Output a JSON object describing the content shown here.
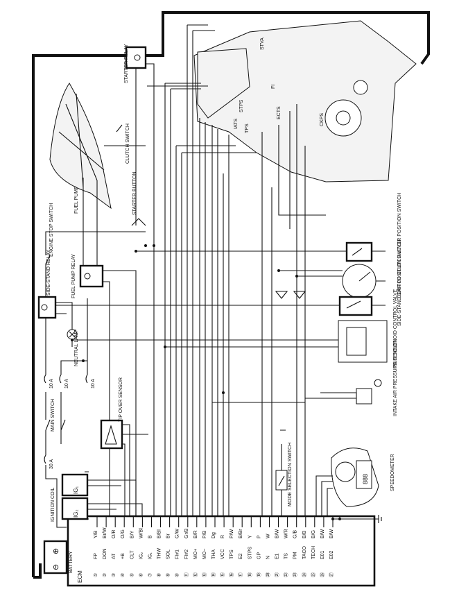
{
  "components": {
    "battery": "BATTERY",
    "ecm": "ECM",
    "ignition_coil": "IGNITION COIL",
    "ig1": "IG₁",
    "ig2": "IG₂",
    "fuse_30a": "30 A",
    "main_switch": "MAIN SWITCH",
    "fuse_10a_1": "10 A",
    "fuse_10a_2": "10 A",
    "fuse_10a_3": "10 A",
    "side_stand_relay": "SIDE-STAND RELAY",
    "engine_stop_switch": "ENGINE STOP SWITCH",
    "neutral_lamp": "NEUTRAL LAMP",
    "fuel_pump_relay": "FUEL PUMP RELAY",
    "fuel_pump": "FUEL PUMP",
    "tip_over_sensor": "TIP OVER SENSOR",
    "starter_button": "STARTER BUTTON",
    "clutch_switch": "CLUTCH SWITCH",
    "starter_relay": "STARTER RELAY",
    "stva": "STVA",
    "fi": "FI",
    "ects": "ECTS",
    "ckps": "CKPS",
    "iats": "IATS",
    "tps": "TPS",
    "stps": "STPS",
    "clutch_lever_position_switch": "CLUTCH LEVER POSITION SWITCH",
    "gear_position_switch": "GEAR POSITION SWITCH",
    "side_stand_switch": "SIDE-STAND SWITCH",
    "pair_solenoid": "PAIR SOLENOID CONTROL VALVE",
    "intake_air_pressure_sensor": "INTAKE AIR PRESSURE SENSOR",
    "mode_selection_switch": "MODE SELECTION SWITCH",
    "speedometer": "SPEEDOMETER",
    "speedo_display": "888"
  },
  "ecm_pins": [
    {
      "num": "①",
      "sig": "FP",
      "wire": "Y/B"
    },
    {
      "num": "②",
      "sig": "DON",
      "wire": "Br/W"
    },
    {
      "num": "③",
      "sig": "AT",
      "wire": "O/R"
    },
    {
      "num": "④",
      "sig": "+B",
      "wire": "O/G"
    },
    {
      "num": "⑤",
      "sig": "CLT",
      "wire": "B/Y"
    },
    {
      "num": "⑥",
      "sig": "IG₂",
      "wire": "W/Bl"
    },
    {
      "num": "⑦",
      "sig": "IG₁",
      "wire": "B"
    },
    {
      "num": "⑧",
      "sig": "THW",
      "wire": "B/Bl"
    },
    {
      "num": "⑨",
      "sig": "SOL",
      "wire": "Br"
    },
    {
      "num": "⑩",
      "sig": "FI#1",
      "wire": "G/W"
    },
    {
      "num": "⑪",
      "sig": "FI#2",
      "wire": "Gr/B"
    },
    {
      "num": "⑫",
      "sig": "MO+",
      "wire": "B/R"
    },
    {
      "num": "⑬",
      "sig": "MO−",
      "wire": "P/B"
    },
    {
      "num": "⑭",
      "sig": "THA",
      "wire": "Dg"
    },
    {
      "num": "⑮",
      "sig": "VCC",
      "wire": "R"
    },
    {
      "num": "⑯",
      "sig": "TPS",
      "wire": "P/W"
    },
    {
      "num": "⑰",
      "sig": "E2",
      "wire": "B/Br"
    },
    {
      "num": "⑱",
      "sig": "STPS",
      "wire": "Y"
    },
    {
      "num": "⑲",
      "sig": "GP",
      "wire": "P"
    },
    {
      "num": "⑳",
      "sig": "N",
      "wire": "W"
    },
    {
      "num": "㉑",
      "sig": "E1",
      "wire": "B/W"
    },
    {
      "num": "㉒",
      "sig": "TS",
      "wire": "W/R"
    },
    {
      "num": "㉓",
      "sig": "PM",
      "wire": "G/B"
    },
    {
      "num": "㉔",
      "sig": "TACO",
      "wire": "B/B"
    },
    {
      "num": "㉕",
      "sig": "TECH",
      "wire": "B/G"
    },
    {
      "num": "㉖",
      "sig": "E01",
      "wire": "B/W"
    },
    {
      "num": "㉗",
      "sig": "E02",
      "wire": "B/W"
    }
  ]
}
